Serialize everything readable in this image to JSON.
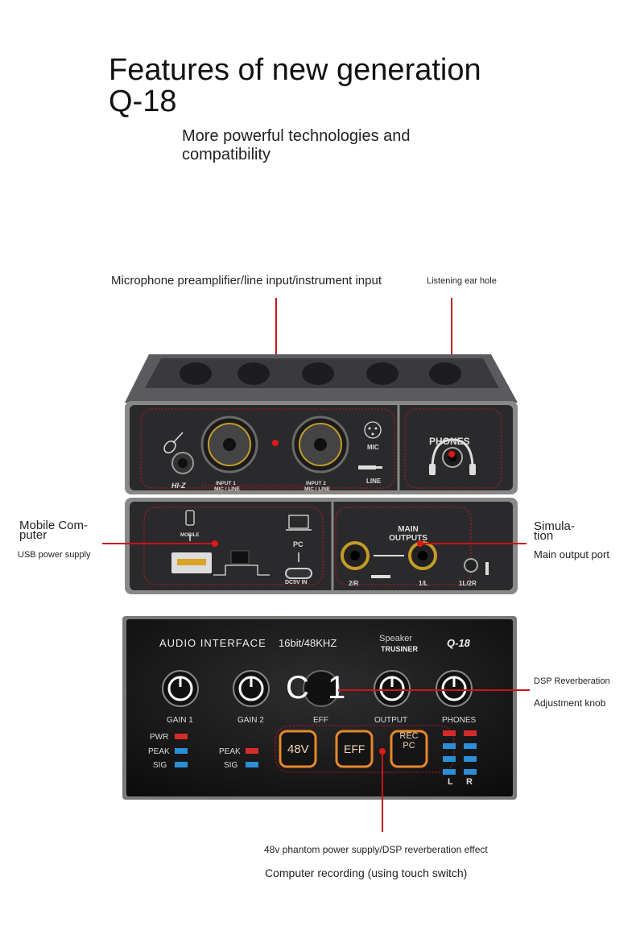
{
  "header": {
    "title_line1": "Features of new generation",
    "title_line2": "Q-18",
    "subtitle": "More powerful technologies and compatibility"
  },
  "callouts": {
    "mic_preamp": "Microphone preamplifier/line input/instrument input",
    "ear_hole": "Listening ear hole",
    "mobile_computer_line1": "Mobile Com-",
    "mobile_computer_line2": "puter",
    "usb_power": "USB power supply",
    "simulation_line1": "Simula-",
    "simulation_line2": "tion",
    "main_output_port": "Main output port",
    "dsp_reverb": "DSP Reverberation",
    "adjust_knob": "Adjustment knob",
    "phantom_power": "48v phantom power supply/DSP reverberation effect",
    "computer_recording": "Computer recording (using touch switch)"
  },
  "front_panel": {
    "hiz": "HI-Z",
    "input1": "INPUT 1",
    "input2": "INPUT 2",
    "mic_line": "MIC / LINE",
    "mic": "MIC",
    "line": "LINE",
    "phones": "PHONES"
  },
  "rear_panel": {
    "mobile": "MOBILE",
    "pc": "PC",
    "dc5v": "DC5V IN",
    "main_outputs_line1": "MAIN",
    "main_outputs_line2": "OUTPUTS",
    "out_2r": "2/R",
    "out_1l": "1/L",
    "out_1l2r": "1L/2R"
  },
  "top_panel": {
    "audio_interface": "AUDIO INTERFACE",
    "spec": "16bit/48KHZ",
    "brand_small": "Speaker",
    "brand": "TRUSINER",
    "model": "Q-18",
    "logo": "C 1",
    "gain1": "GAIN 1",
    "gain2": "GAIN 2",
    "eff_knob": "EFF",
    "output": "OUTPUT",
    "phones": "PHONES",
    "pwr": "PWR",
    "peak": "PEAK",
    "sig": "SIG",
    "btn_48v": "48V",
    "btn_eff": "EFF",
    "btn_rec_line1": "REC",
    "btn_rec_line2": "PC",
    "l": "L",
    "r": "R",
    "minus": "−",
    "plus": "+"
  },
  "colors": {
    "accent_red": "#c8141b",
    "button_orange": "#e8872a",
    "led_red": "#d62b2b",
    "led_blue": "#2a8fd6"
  }
}
